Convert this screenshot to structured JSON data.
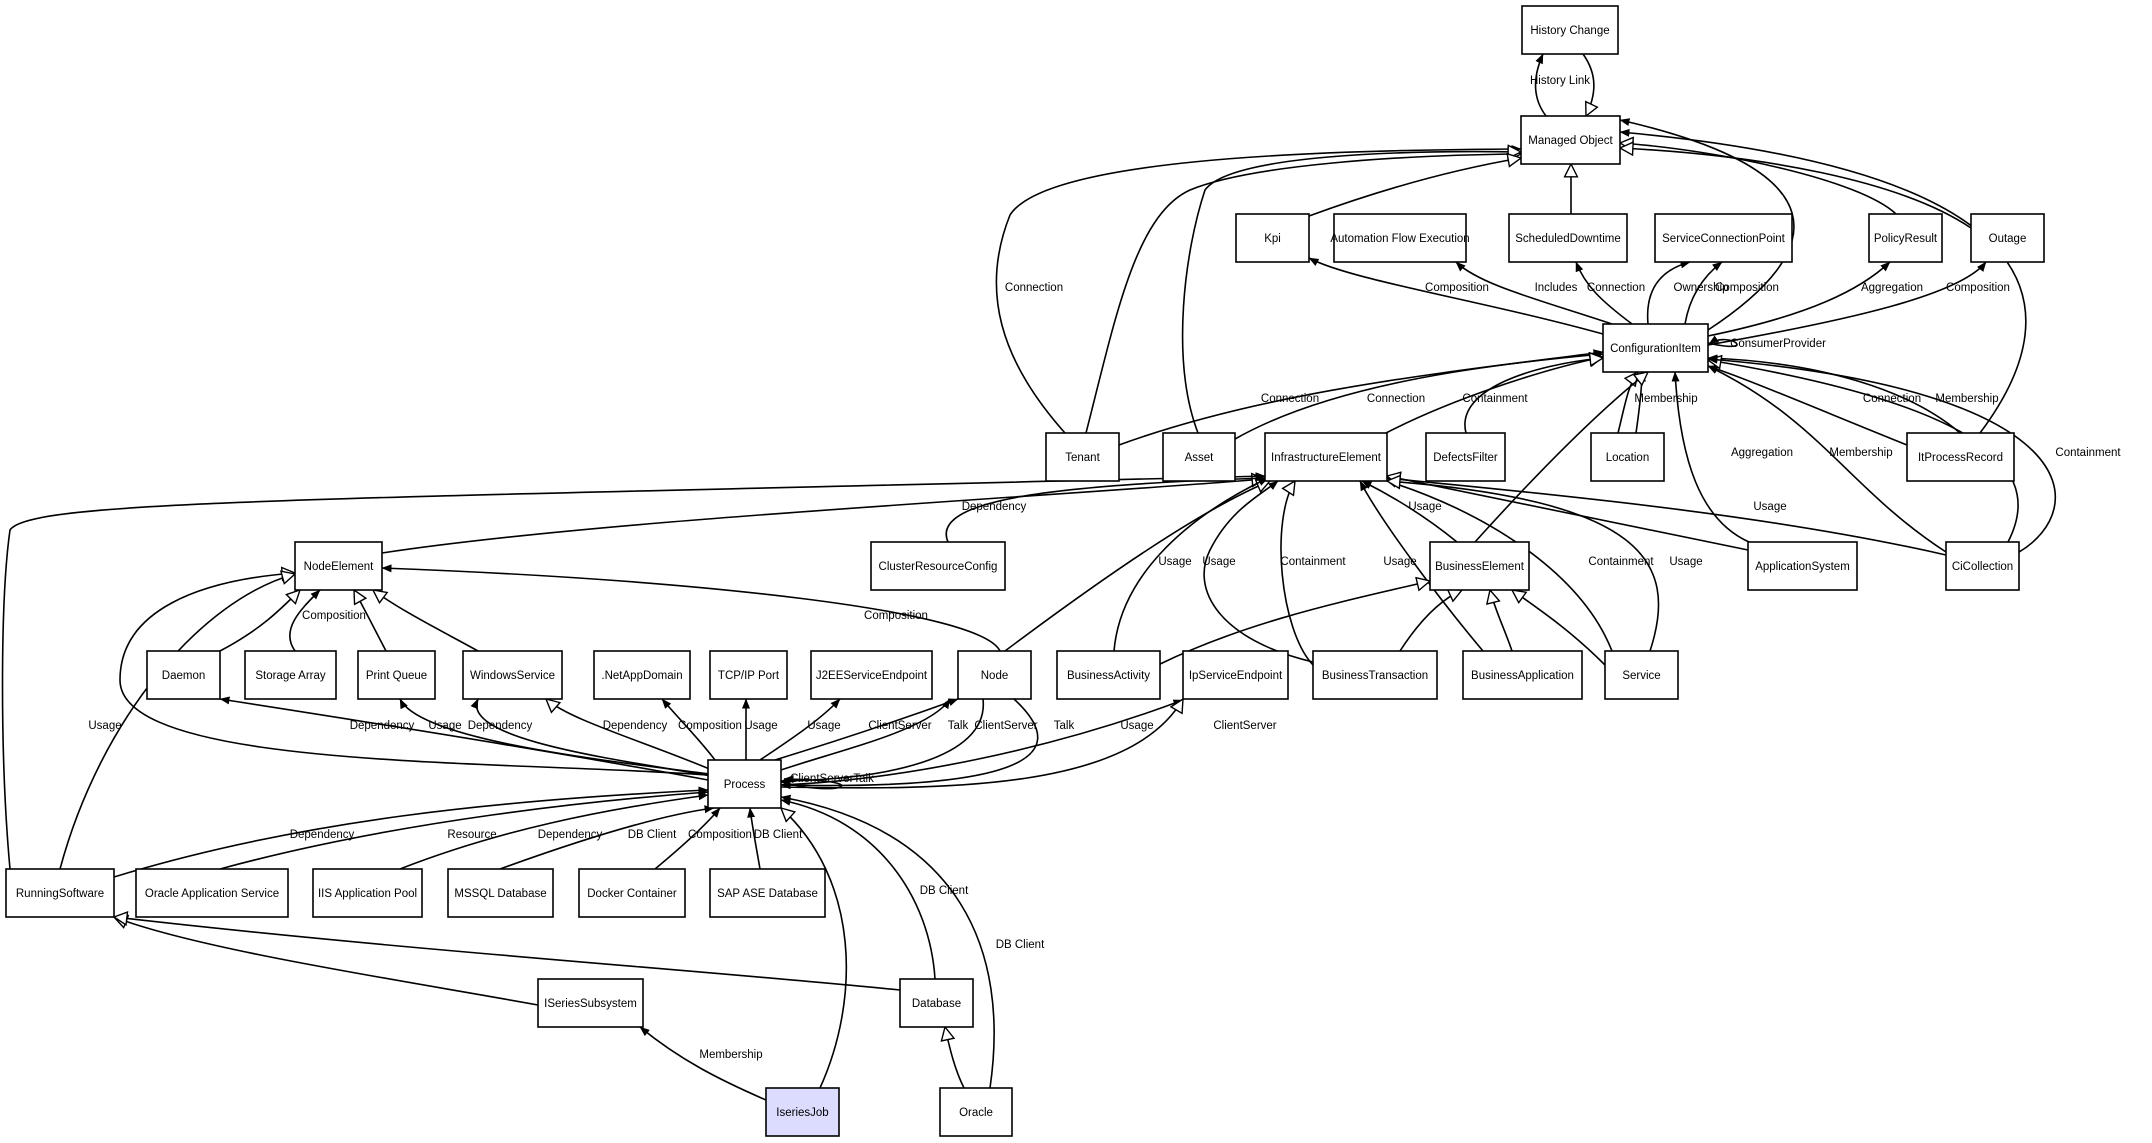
{
  "diagram": {
    "nodes": {
      "history_change": "History Change",
      "managed_object": "Managed Object",
      "kpi": "Kpi",
      "automation_flow_execution": "Automation Flow Execution",
      "scheduled_downtime": "ScheduledDowntime",
      "service_connection_point": "ServiceConnectionPoint",
      "policy_result": "PolicyResult",
      "outage": "Outage",
      "configuration_item": "ConfigurationItem",
      "tenant": "Tenant",
      "asset": "Asset",
      "infrastructure_element": "InfrastructureElement",
      "defects_filter": "DefectsFilter",
      "location": "Location",
      "it_process_record": "ItProcessRecord",
      "node_element": "NodeElement",
      "cluster_resource_config": "ClusterResourceConfig",
      "business_element": "BusinessElement",
      "application_system": "ApplicationSystem",
      "ci_collection": "CiCollection",
      "daemon": "Daemon",
      "storage_array": "Storage Array",
      "print_queue": "Print Queue",
      "windows_service": "WindowsService",
      "netapp_domain": ".NetAppDomain",
      "tcpip_port": "TCP/IP Port",
      "j2ee_service_endpoint": "J2EEServiceEndpoint",
      "node": "Node",
      "business_activity": "BusinessActivity",
      "ip_service_endpoint": "IpServiceEndpoint",
      "business_transaction": "BusinessTransaction",
      "business_application": "BusinessApplication",
      "service": "Service",
      "process": "Process",
      "running_software": "RunningSoftware",
      "oracle_application_service": "Oracle Application Service",
      "iis_application_pool": "IIS Application Pool",
      "mssql_database": "MSSQL Database",
      "docker_container": "Docker Container",
      "sap_ase_database": "SAP ASE Database",
      "iseries_subsystem": "ISeriesSubsystem",
      "database": "Database",
      "iseries_job": "IseriesJob",
      "oracle": "Oracle"
    },
    "edges": {
      "history_link": "History Link",
      "connection": "Connection",
      "composition": "Composition",
      "includes": "Includes",
      "ownership": "Ownership",
      "aggregation": "Aggregation",
      "consumer_provider": "ConsumerProvider",
      "containment": "Containment",
      "membership": "Membership",
      "dependency": "Dependency",
      "usage": "Usage",
      "client_server": "ClientServer",
      "talk": "Talk",
      "resource": "Resource",
      "db_client": "DB Client",
      "client_server_talk": "ClientServerTalk"
    },
    "highlight_color": "#dcdcff"
  }
}
